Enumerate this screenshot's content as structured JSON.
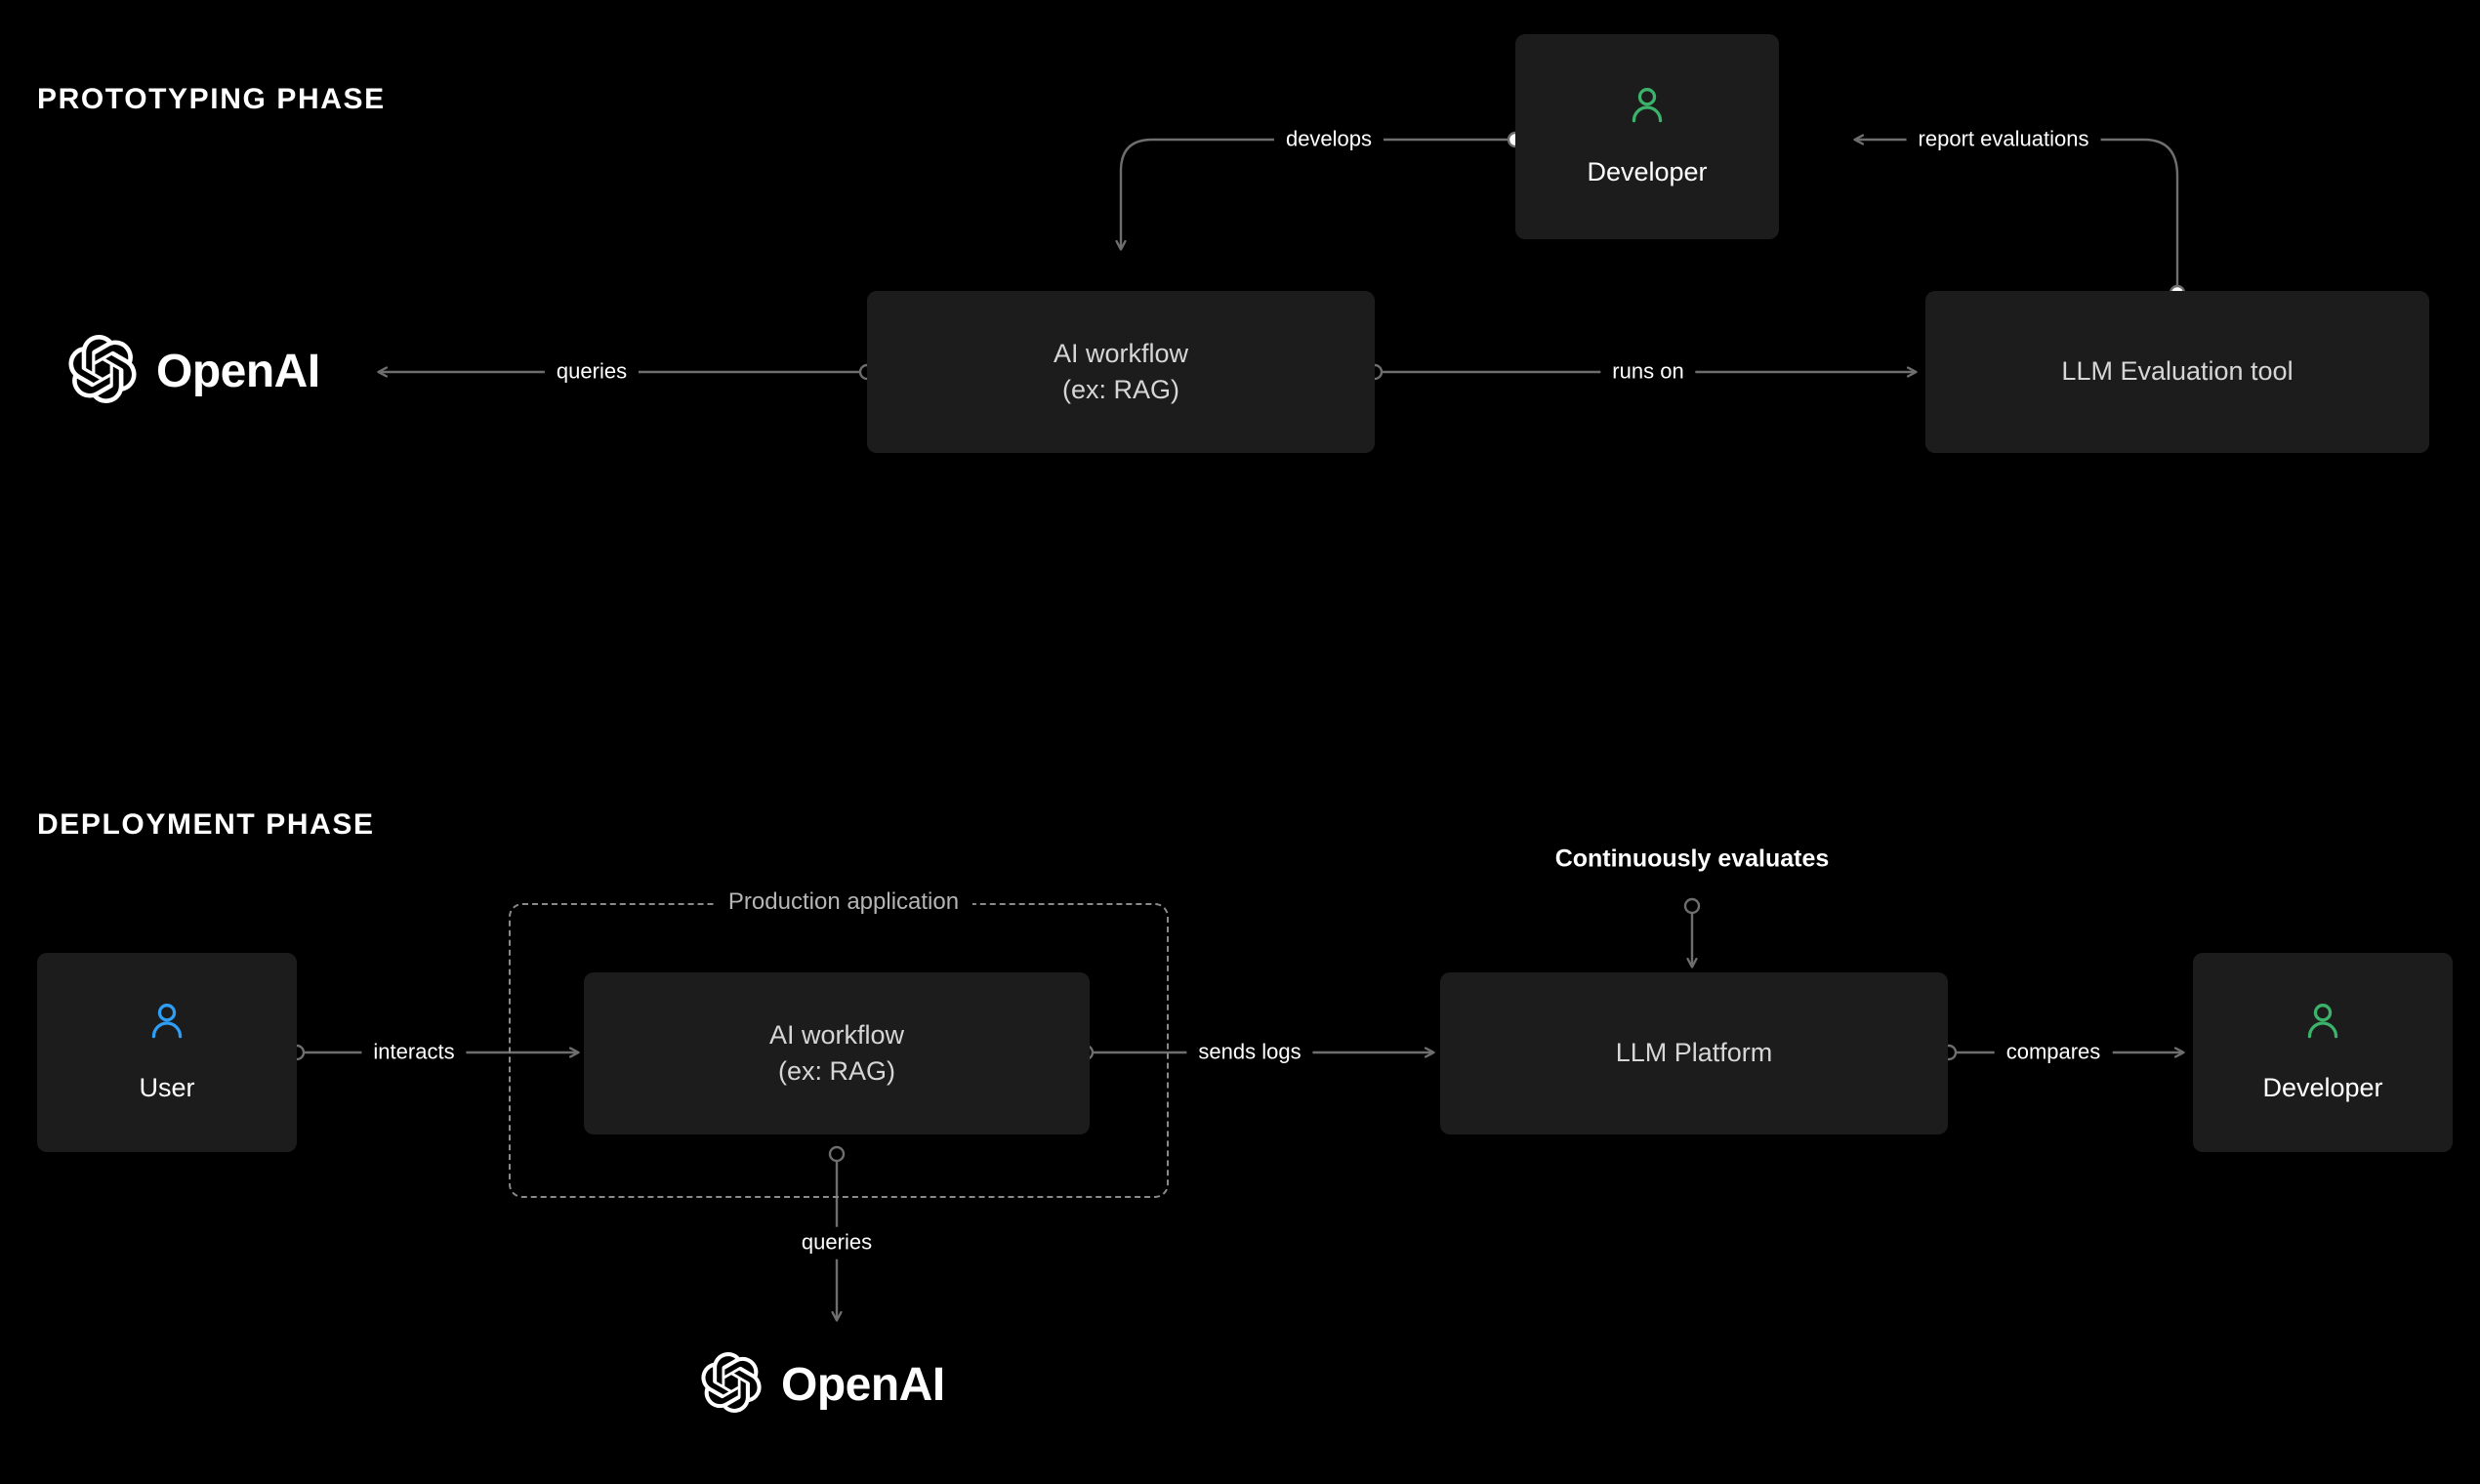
{
  "diagram": {
    "background_color": "#000000",
    "node_color": "#1c1c1c",
    "edge_color": "#6e6e6e",
    "developer_icon_color": "#3bb36a",
    "user_icon_color": "#2f9ef5",
    "phases": [
      {
        "id": "prototyping",
        "title": "PROTOTYPING PHASE"
      },
      {
        "id": "deployment",
        "title": "DEPLOYMENT PHASE"
      }
    ],
    "nodes": [
      {
        "id": "proto-openai",
        "label": "OpenAI",
        "type": "logo"
      },
      {
        "id": "proto-workflow",
        "label": "AI workflow\n(ex: RAG)",
        "type": "box"
      },
      {
        "id": "proto-dev",
        "label": "Developer",
        "type": "person",
        "icon": "person-icon"
      },
      {
        "id": "proto-eval",
        "label": "LLM Evaluation tool",
        "type": "box"
      },
      {
        "id": "deploy-user",
        "label": "User",
        "type": "person",
        "icon": "person-icon"
      },
      {
        "id": "deploy-workflow",
        "label": "AI workflow\n(ex: RAG)",
        "type": "box"
      },
      {
        "id": "deploy-platform",
        "label": "LLM Platform",
        "type": "box"
      },
      {
        "id": "deploy-dev",
        "label": "Developer",
        "type": "person",
        "icon": "person-icon"
      },
      {
        "id": "deploy-openai",
        "label": "OpenAI",
        "type": "logo"
      }
    ],
    "groups": [
      {
        "id": "production-application",
        "label": "Production application"
      }
    ],
    "edges": [
      {
        "id": "e-queries-proto",
        "label": "queries",
        "from": "proto-workflow",
        "to": "proto-openai"
      },
      {
        "id": "e-runs-on",
        "label": "runs on",
        "from": "proto-workflow",
        "to": "proto-eval"
      },
      {
        "id": "e-develops",
        "label": "develops",
        "from": "proto-dev",
        "to": "proto-workflow"
      },
      {
        "id": "e-report-evals",
        "label": "report evaluations",
        "from": "proto-eval",
        "to": "proto-dev"
      },
      {
        "id": "e-interacts",
        "label": "interacts",
        "from": "deploy-user",
        "to": "deploy-workflow"
      },
      {
        "id": "e-sends-logs",
        "label": "sends logs",
        "from": "deploy-workflow",
        "to": "deploy-platform"
      },
      {
        "id": "e-compares",
        "label": "compares",
        "from": "deploy-platform",
        "to": "deploy-dev"
      },
      {
        "id": "e-queries-deploy",
        "label": "queries",
        "from": "deploy-workflow",
        "to": "deploy-openai"
      }
    ],
    "annotations": [
      {
        "id": "continuously-evaluates",
        "label": "Continuously evaluates"
      }
    ]
  }
}
